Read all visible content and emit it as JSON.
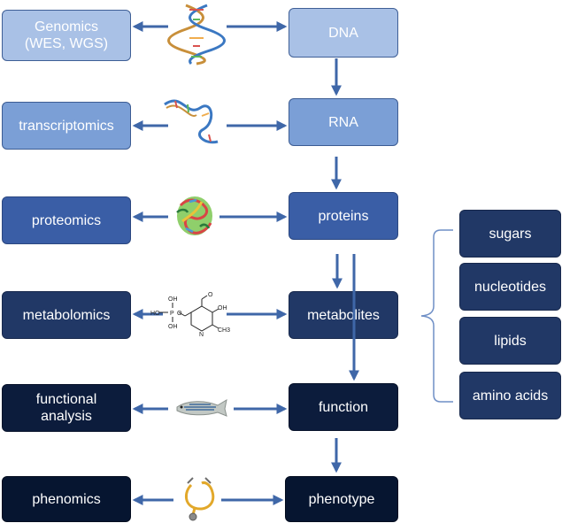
{
  "omics": [
    {
      "id": "genomics",
      "label": "Genomics\n(WES, WGS)"
    },
    {
      "id": "transcriptomics",
      "label": "transcriptomics"
    },
    {
      "id": "proteomics",
      "label": "proteomics"
    },
    {
      "id": "metabolomics",
      "label": "metabolomics"
    },
    {
      "id": "functional-analysis",
      "label": "functional\nanalysis"
    },
    {
      "id": "phenomics",
      "label": "phenomics"
    }
  ],
  "levels": [
    {
      "id": "dna",
      "label": "DNA"
    },
    {
      "id": "rna",
      "label": "RNA"
    },
    {
      "id": "proteins",
      "label": "proteins"
    },
    {
      "id": "metabolites",
      "label": "metabolites"
    },
    {
      "id": "function",
      "label": "function"
    },
    {
      "id": "phenotype",
      "label": "phenotype"
    }
  ],
  "metabolite_classes": [
    {
      "id": "sugars",
      "label": "sugars"
    },
    {
      "id": "nucleotides",
      "label": "nucleotides"
    },
    {
      "id": "lipids",
      "label": "lipids"
    },
    {
      "id": "amino-acids",
      "label": "amino acids"
    }
  ],
  "icons": [
    "dna-double-helix-icon",
    "rna-strand-icon",
    "protein-structure-icon",
    "pyridoxal-phosphate-molecule-icon",
    "zebrafish-icon",
    "stethoscope-icon"
  ],
  "molecule_labels": {
    "o": "O",
    "ho": "HO",
    "p": "P",
    "oh": "OH",
    "oh2": "OH",
    "oh3": "OH",
    "n": "N",
    "ch3": "CH3",
    "o2": "O"
  },
  "colors": {
    "arrow": "#3f67a8",
    "bracket": "#6f8fc6",
    "level1": "#a9c1e6",
    "level2": "#7b9fd6",
    "level3": "#3a5ea6",
    "level4": "#213866",
    "level5": "#0c1c3c",
    "level6": "#061530"
  }
}
